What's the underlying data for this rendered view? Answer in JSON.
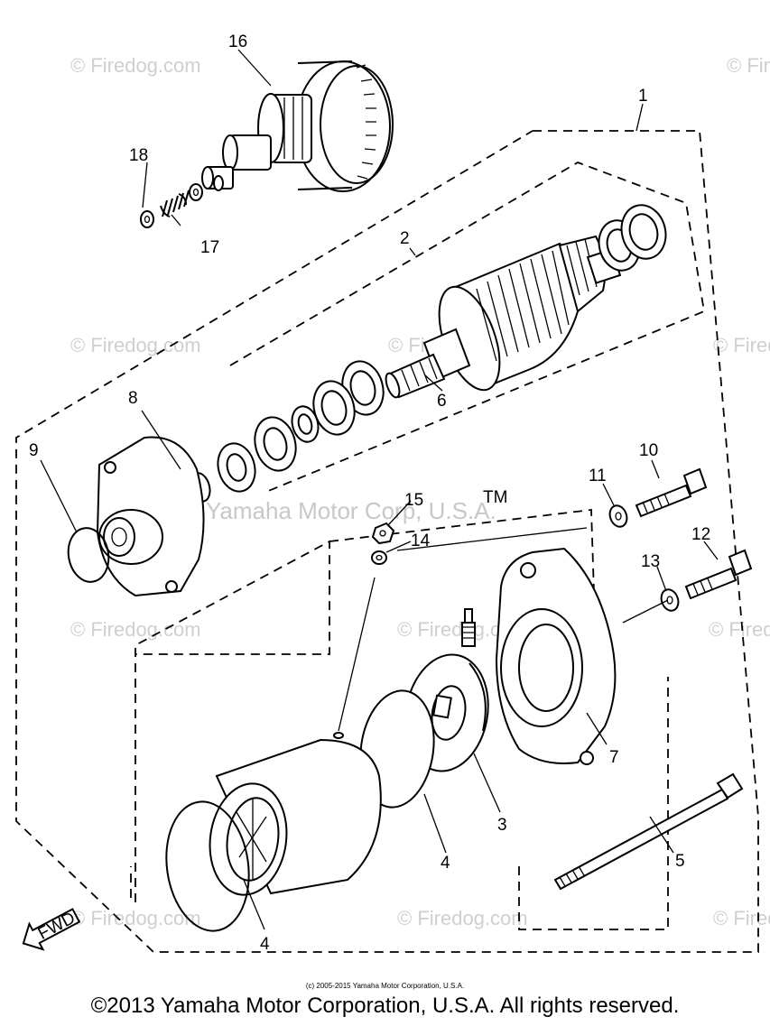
{
  "watermark": {
    "site": "© Firedog.com",
    "center_text": "Yamaha Motor Corp, U.S.A.",
    "tm": "TM"
  },
  "callouts": [
    "1",
    "2",
    "3",
    "4",
    "4",
    "5",
    "6",
    "7",
    "8",
    "9",
    "10",
    "11",
    "12",
    "13",
    "14",
    "15",
    "16",
    "17",
    "18"
  ],
  "fwd_label": "FWD",
  "footer": {
    "small_copyright": "(c) 2005-2015 Yamaha Motor Corporation, U.S.A.",
    "copyright": "©2013 Yamaha Motor Corporation, U.S.A. All rights reserved."
  }
}
